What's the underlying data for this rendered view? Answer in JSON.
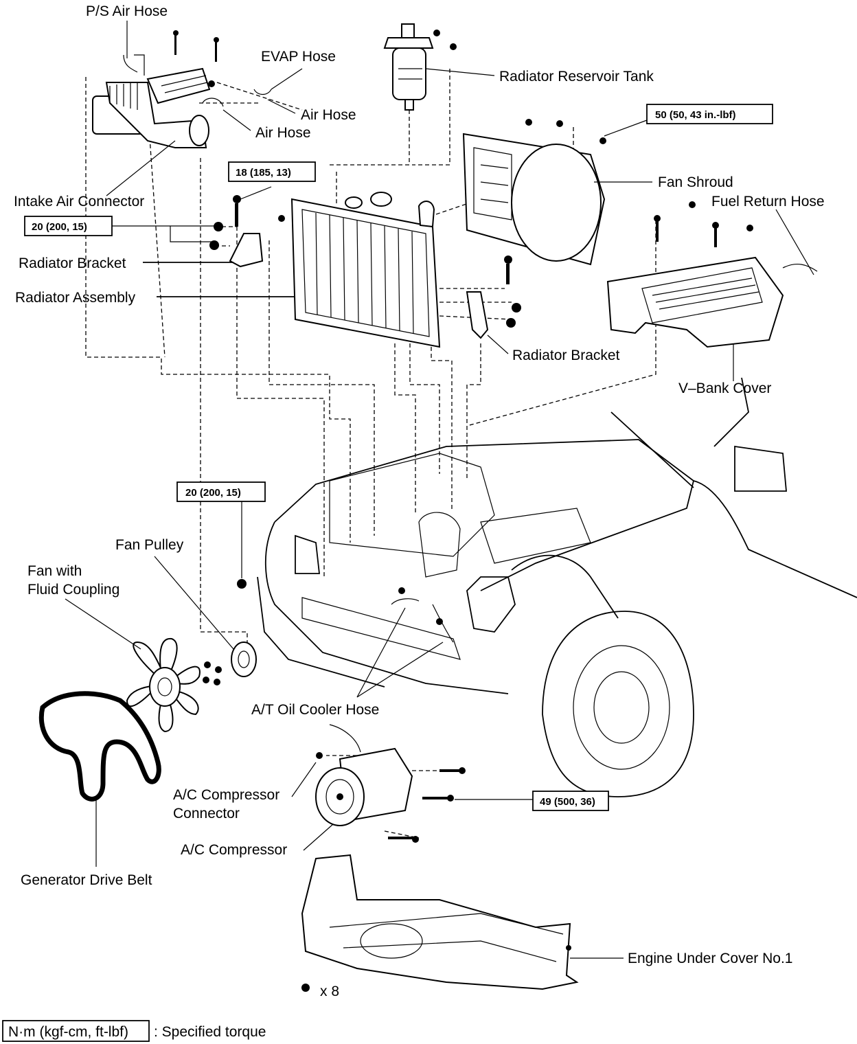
{
  "labels": {
    "ps_air_hose": "P/S Air Hose",
    "evap_hose": "EVAP Hose",
    "radiator_reservoir_tank": "Radiator Reservoir Tank",
    "air_hose_1": "Air Hose",
    "air_hose_2": "Air Hose",
    "intake_air_connector": "Intake Air Connector",
    "fan_shroud": "Fan Shroud",
    "fuel_return_hose": "Fuel Return Hose",
    "radiator_bracket_left": "Radiator Bracket",
    "radiator_assembly": "Radiator Assembly",
    "radiator_bracket_right": "Radiator Bracket",
    "v_bank_cover": "V–Bank Cover",
    "fan_pulley": "Fan Pulley",
    "fan_with_fluid_coupling_1": "Fan with",
    "fan_with_fluid_coupling_2": "Fluid Coupling",
    "at_oil_cooler_hose": "A/T Oil Cooler Hose",
    "ac_compressor_connector_1": "A/C Compressor",
    "ac_compressor_connector_2": "Connector",
    "ac_compressor": "A/C Compressor",
    "generator_drive_belt": "Generator Drive Belt",
    "engine_under_cover": "Engine Under Cover No.1",
    "bolt_count": "x 8"
  },
  "torque": {
    "radiator_top_bolt": "18 (185, 13)",
    "radiator_side_nut": "20 (200, 15)",
    "fan_shroud_bolt": "50 (50, 43 in.-lbf)",
    "fan_nut": "20 (200, 15)",
    "compressor_bolt": "49 (500, 36)"
  },
  "legend": {
    "unit": "N·m (kgf-cm, ft-lbf)",
    "description": ": Specified torque"
  }
}
